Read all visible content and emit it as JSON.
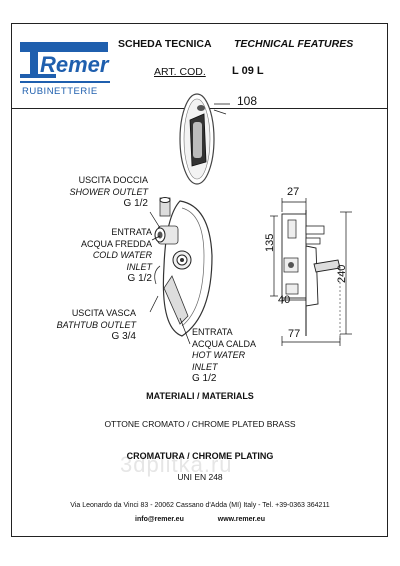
{
  "header": {
    "brand": "Remer",
    "brand_sub": "RUBINETTERIE",
    "title_it": "SCHEDA TECNICA",
    "title_en": "TECHNICAL FEATURES",
    "art_label": "ART. COD.",
    "art_code": "L 09 L"
  },
  "dimensions": {
    "plate_width": "108",
    "depth_top": "27",
    "height_inner": "135",
    "height_total": "240",
    "depth_mid": "40",
    "depth_bottom": "77"
  },
  "outlets": {
    "shower": {
      "it": "USCITA DOCCIA",
      "en": "SHOWER OUTLET",
      "size": "G 1/2"
    },
    "cold": {
      "it1": "ENTRATA",
      "it2": "ACQUA FREDDA",
      "en1": "COLD WATER",
      "en2": "INLET",
      "size": "G 1/2"
    },
    "bathtub": {
      "it": "USCITA VASCA",
      "en": "BATHTUB OUTLET",
      "size": "G 3/4"
    },
    "hot": {
      "it1": "ENTRATA",
      "it2": "ACQUA CALDA",
      "en1": "HOT WATER",
      "en2": "INLET",
      "size": "G 1/2"
    }
  },
  "materials": {
    "title": "MATERIALI / MATERIALS",
    "value": "OTTONE CROMATO / CHROME PLATED BRASS"
  },
  "plating": {
    "title": "CROMATURA / CHROME PLATING",
    "value": "UNI EN 248"
  },
  "footer": {
    "address": "Via Leonardo da Vinci 83 - 20062 Cassano d'Adda (MI) Italy - Tel. +39-0363 364211",
    "email": "info@remer.eu",
    "web": "www.remer.eu"
  },
  "watermark": "3dplitka.ru",
  "colors": {
    "brand_blue": "#1f5fae",
    "ink": "#111111"
  }
}
